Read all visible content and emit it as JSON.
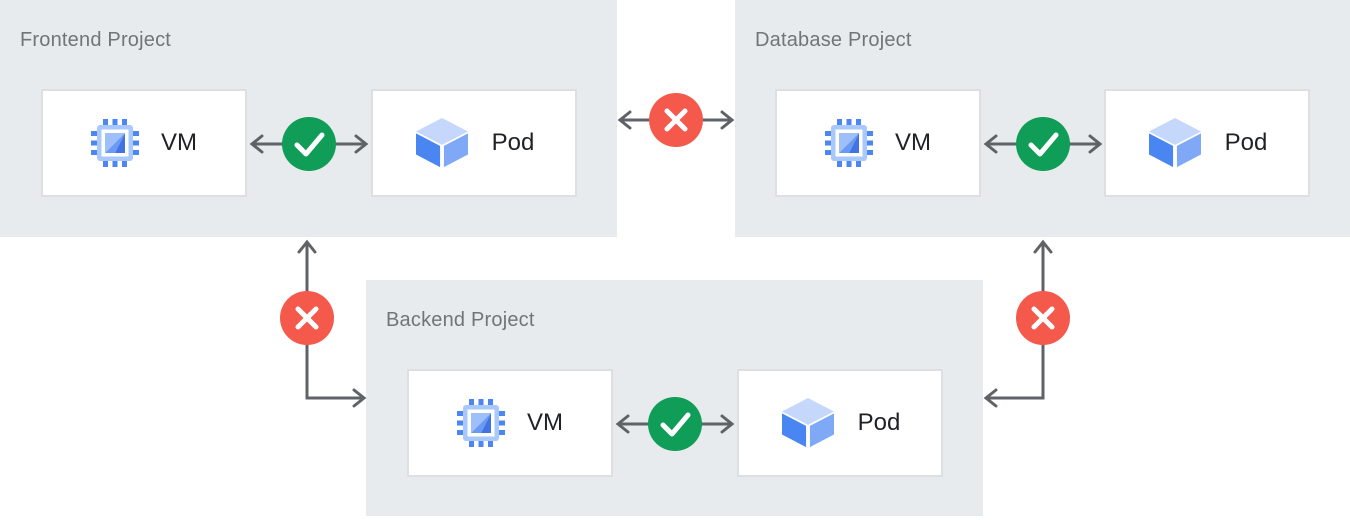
{
  "diagram": {
    "description": "Project isolation diagram: VM-to-Pod traffic allowed within each project, blocked across projects",
    "panels": [
      {
        "id": "frontend",
        "title": "Frontend Project",
        "nodes": [
          {
            "label": "VM",
            "icon": "vm-chip-icon"
          },
          {
            "label": "Pod",
            "icon": "pod-cube-icon"
          }
        ],
        "internal_connection": "allowed"
      },
      {
        "id": "database",
        "title": "Database Project",
        "nodes": [
          {
            "label": "VM",
            "icon": "vm-chip-icon"
          },
          {
            "label": "Pod",
            "icon": "pod-cube-icon"
          }
        ],
        "internal_connection": "allowed"
      },
      {
        "id": "backend",
        "title": "Backend Project",
        "nodes": [
          {
            "label": "VM",
            "icon": "vm-chip-icon"
          },
          {
            "label": "Pod",
            "icon": "pod-cube-icon"
          }
        ],
        "internal_connection": "allowed"
      }
    ],
    "connections": [
      {
        "from": "Frontend VM",
        "to": "Frontend Pod",
        "status": "allowed",
        "bidirectional": true
      },
      {
        "from": "Database VM",
        "to": "Database Pod",
        "status": "allowed",
        "bidirectional": true
      },
      {
        "from": "Backend VM",
        "to": "Backend Pod",
        "status": "allowed",
        "bidirectional": true
      },
      {
        "from": "Frontend Project",
        "to": "Database Project",
        "status": "blocked",
        "bidirectional": true
      },
      {
        "from": "Frontend Project",
        "to": "Backend Project",
        "status": "blocked",
        "bidirectional": true
      },
      {
        "from": "Database Project",
        "to": "Backend Project",
        "status": "blocked",
        "bidirectional": true
      }
    ],
    "badges": {
      "allowed_icon": "check-icon",
      "blocked_icon": "x-icon"
    },
    "colors": {
      "panel_background": "#E8EBED",
      "node_background": "#FFFFFF",
      "node_border": "#DDE0E2",
      "arrow": "#5F6368",
      "allowed_badge": "#0F9D58",
      "blocked_badge": "#F4594C",
      "title_text": "#717579",
      "label_text": "#1F2126",
      "icon_blue_strong": "#4A86F2",
      "icon_blue_medium": "#7FA9F7",
      "icon_blue_light": "#A9C8FB",
      "icon_blue_pale": "#C5D8FB"
    }
  }
}
